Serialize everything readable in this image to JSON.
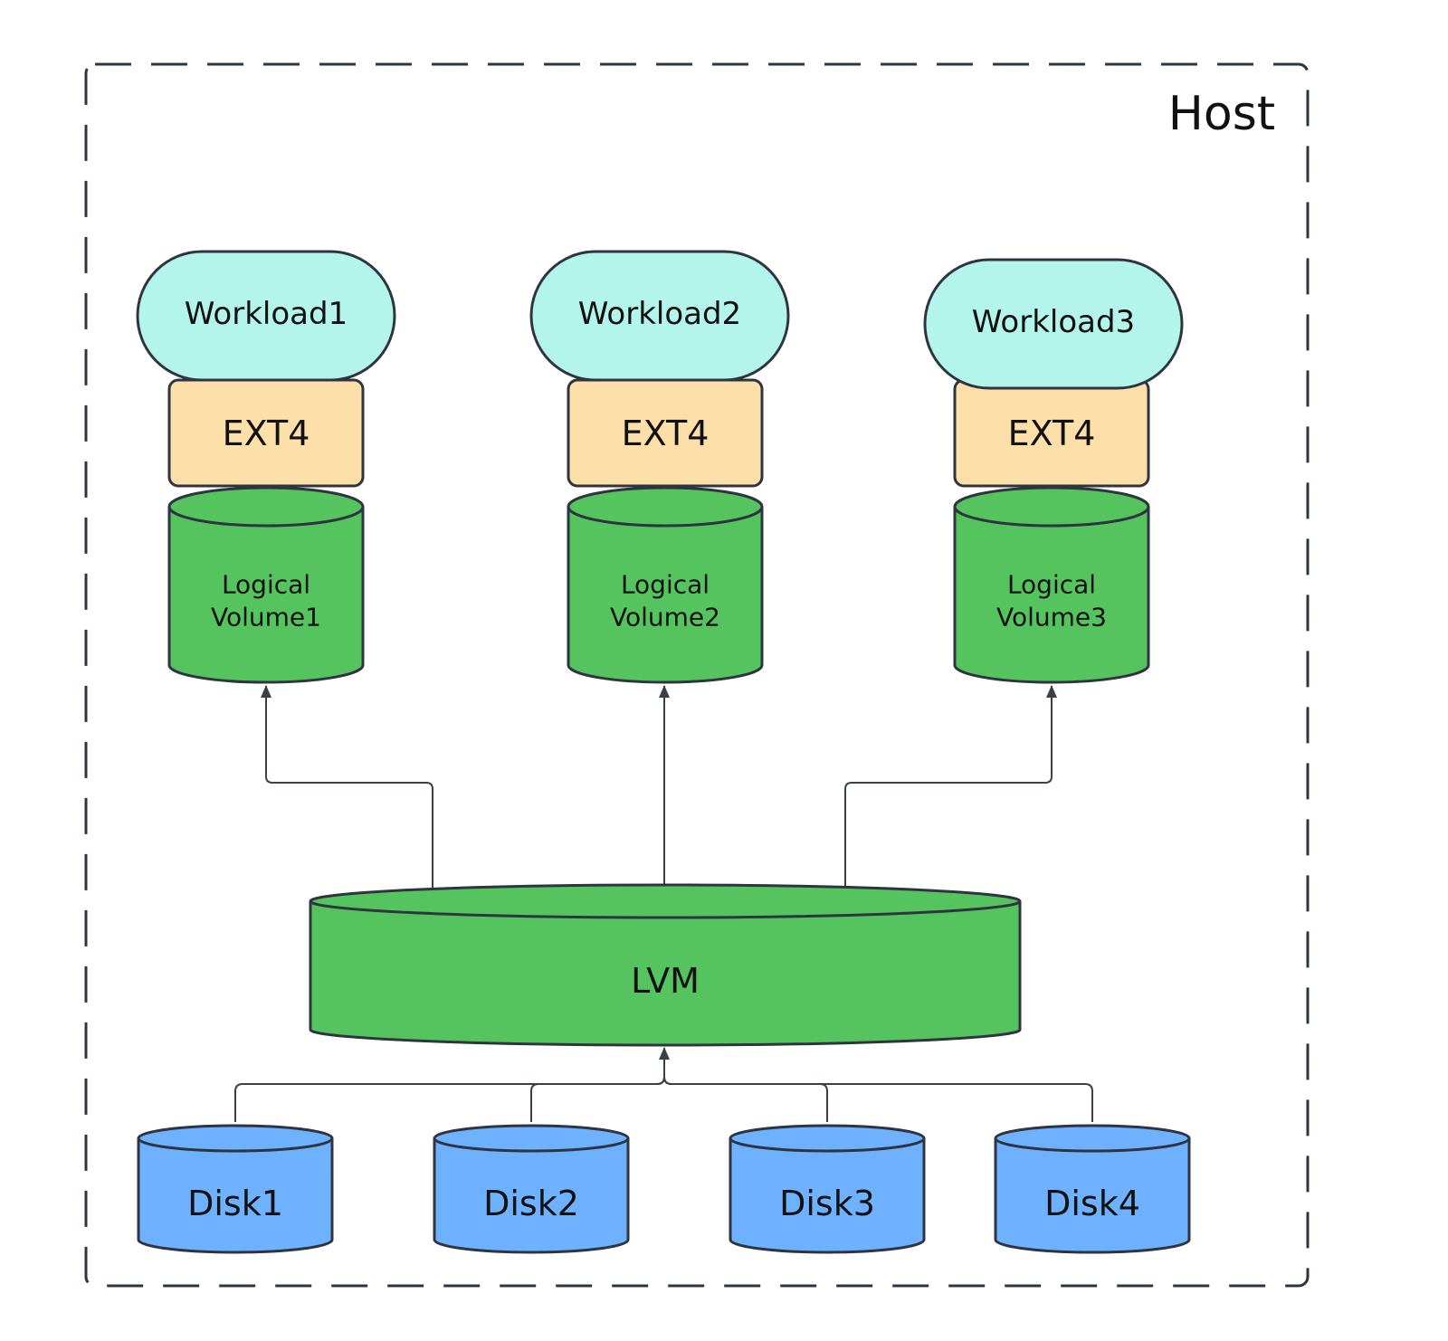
{
  "host": {
    "label": "Host"
  },
  "colors": {
    "workload_fill": "#b3f5ea",
    "filesystem_fill": "#fddfa9",
    "volume_fill": "#55c45f",
    "disk_fill": "#6db1ff",
    "stroke": "#2f3540",
    "connector": "#3a3f48",
    "host_border": "#2f3540"
  },
  "stacks": [
    {
      "workload": "Workload1",
      "filesystem": "EXT4",
      "volume": [
        "Logical",
        "Volume1"
      ]
    },
    {
      "workload": "Workload2",
      "filesystem": "EXT4",
      "volume": [
        "Logical",
        "Volume2"
      ]
    },
    {
      "workload": "Workload3",
      "filesystem": "EXT4",
      "volume": [
        "Logical",
        "Volume3"
      ]
    }
  ],
  "lvm": {
    "label": "LVM"
  },
  "disks": [
    "Disk1",
    "Disk2",
    "Disk3",
    "Disk4"
  ]
}
